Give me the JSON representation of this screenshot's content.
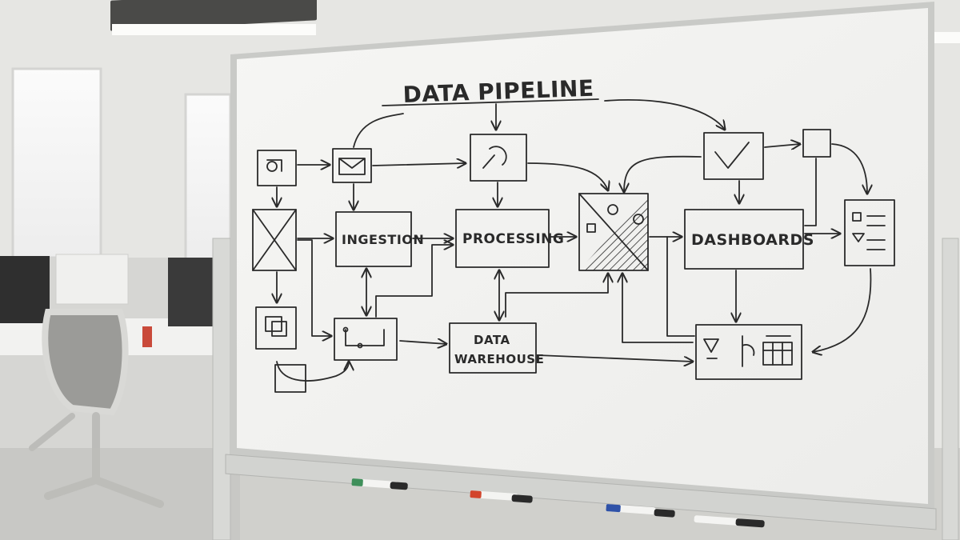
{
  "whiteboard": {
    "title": "DATA PIPELINE",
    "nodes": {
      "ingestion": "INGESTION",
      "processing": "PROCESSING",
      "dashboards": "DASHBOARDS",
      "data_warehouse_line1": "DATA",
      "data_warehouse_line2": "WAREHOUSE"
    }
  },
  "colors": {
    "board": "#f3f3f1",
    "marker_ink": "#2a2a2a",
    "frame": "#cfd0cd",
    "marker_green": "#3f8f5a",
    "marker_red": "#d2452c",
    "marker_blue": "#2f52a8"
  }
}
